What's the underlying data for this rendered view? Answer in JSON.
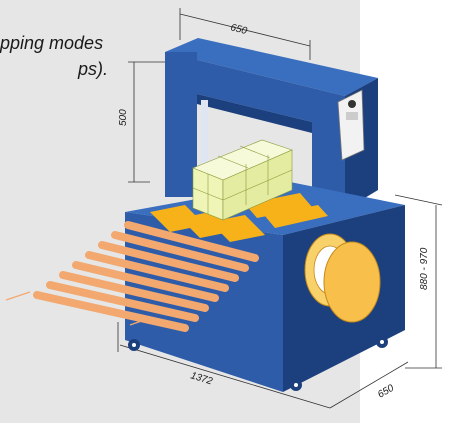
{
  "caption": {
    "line1": "pping modes",
    "line2": "ps)."
  },
  "dimensions": {
    "top_width": "650",
    "frame_height": "500",
    "table_height": "880 - 970",
    "length": "1372",
    "depth": "650"
  },
  "colors": {
    "machine_blue": "#2e5ca8",
    "frame_dark": "#1c3f7e",
    "strap_yellow": "#f7b21a",
    "roller_orange": "#f2a86e",
    "reel_yellow": "#f9d16b",
    "package_green": "#eef5b6",
    "background_panel": "#e6e6e6"
  },
  "icons": [
    "strapping-machine-illustration",
    "control-panel-icon",
    "strap-reel-icon",
    "caster-wheel-icon"
  ]
}
